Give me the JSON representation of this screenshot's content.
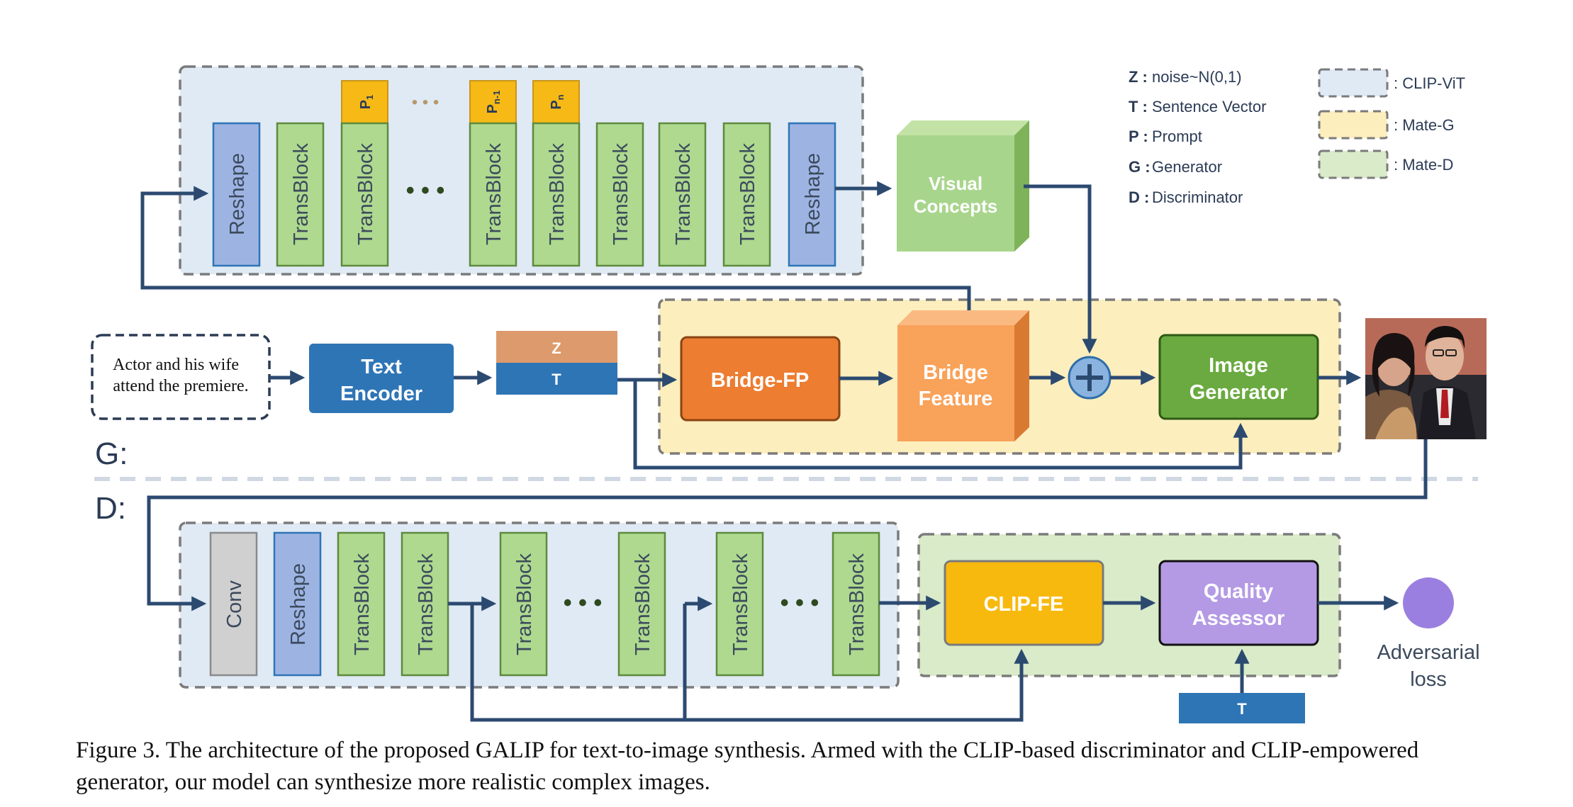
{
  "legend": {
    "defs": [
      {
        "key": "Z :",
        "text": "noise~N(0,1)"
      },
      {
        "key": "T :",
        "text": "Sentence Vector"
      },
      {
        "key": "P :",
        "text": "Prompt"
      },
      {
        "key": "G :",
        "text": "Generator"
      },
      {
        "key": "D :",
        "text": "Discriminator"
      }
    ],
    "swatches": [
      {
        "label": ": CLIP-ViT",
        "color": "#dfeaf5"
      },
      {
        "label": ": Mate-G",
        "color": "#fdeebd"
      },
      {
        "label": ": Mate-D",
        "color": "#d9ebc9"
      }
    ]
  },
  "clip_vit_top": {
    "reshape_left": "Reshape",
    "transblock": "TransBlock",
    "reshape_right": "Reshape",
    "ellipsis": "• • •",
    "prompt_ellipsis": "• • •",
    "prompts": [
      {
        "base": "P",
        "sub": "1"
      },
      {
        "base": "P",
        "sub": "n-1"
      },
      {
        "base": "P",
        "sub": "n"
      }
    ]
  },
  "visual_concepts": {
    "line1": "Visual",
    "line2": "Concepts"
  },
  "generator": {
    "section_label": "G:",
    "input_text": {
      "line1": "Actor and his wife",
      "line2": "attend the premiere."
    },
    "text_encoder": {
      "line1": "Text",
      "line2": "Encoder"
    },
    "z_label": "Z",
    "t_label": "T",
    "bridge_fp": "Bridge-FP",
    "bridge_feature": {
      "line1": "Bridge",
      "line2": "Feature"
    },
    "plus": "+",
    "image_generator": {
      "line1": "Image",
      "line2": "Generator"
    }
  },
  "discriminator": {
    "section_label": "D:",
    "conv": "Conv",
    "reshape": "Reshape",
    "transblock": "TransBlock",
    "ellipsis": "• • •",
    "clip_fe": "CLIP-FE",
    "quality_assessor": {
      "line1": "Quality",
      "line2": "Assessor"
    },
    "t_label": "T",
    "adversarial_loss": {
      "line1": "Adversarial",
      "line2": "loss"
    }
  },
  "caption": "Figure 3.  The architecture of the proposed GALIP for text-to-image synthesis.  Armed with the CLIP-based discriminator and CLIP-empowered generator, our model can synthesize more realistic complex images.",
  "colors": {
    "arrow": "#2c4a70",
    "reshape": "#9db4e3",
    "transblock": "#aed98f",
    "prompt": "#f6b916",
    "orange_dark": "#ed7d31",
    "orange_light": "#f9a25a",
    "green_dark": "#6aaa40",
    "blue_dark": "#2e75b6",
    "z_color": "#dd9a6c",
    "gray": "#d0d0d0",
    "purple": "#b49ae5",
    "loss_dot": "#9b7fe0"
  }
}
